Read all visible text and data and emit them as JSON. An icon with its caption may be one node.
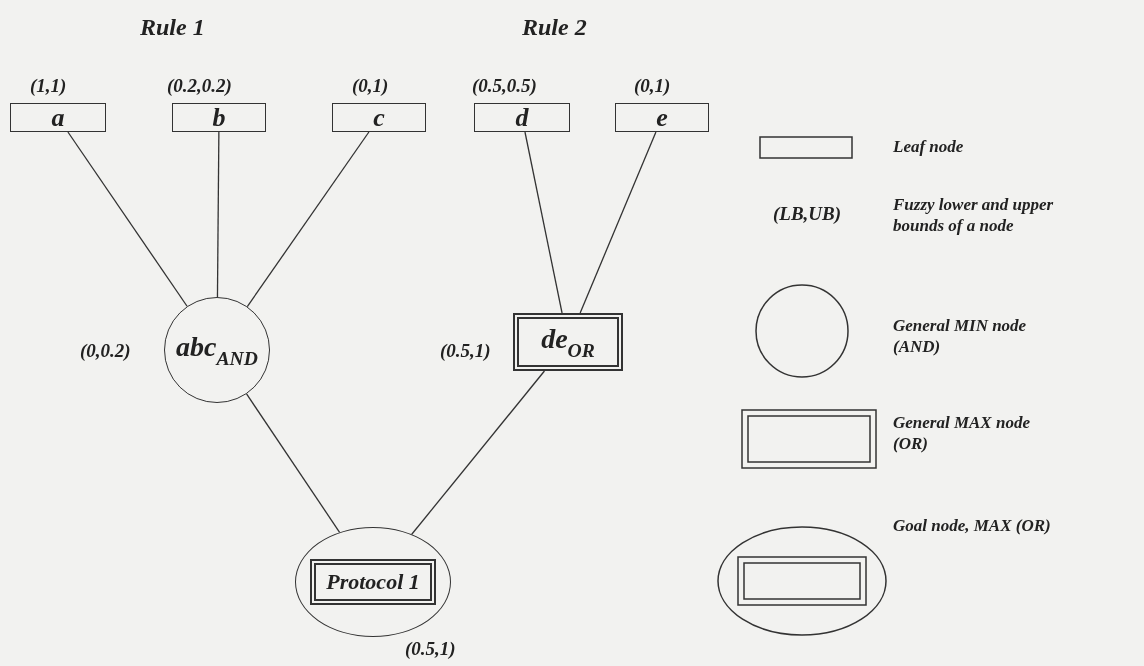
{
  "diagram": {
    "nodes": [
      {
        "text": [
          "a"
        ],
        "beside": [
          "(1,1)"
        ]
      },
      {
        "text": [
          "b"
        ],
        "beside": [
          "(0.2,0.2)"
        ]
      },
      {
        "text": [
          "c"
        ],
        "beside": [
          "(0,1)"
        ]
      },
      {
        "text": [
          "d"
        ],
        "beside": [
          "(0.5,0.5)"
        ]
      },
      {
        "text": [
          "e"
        ],
        "beside": [
          "(0,1)"
        ]
      },
      {
        "text": [
          "abc$_{AND}$"
        ],
        "beside": [
          "(0,0.2)"
        ]
      },
      {
        "text": [
          "de$_{OR}$"
        ],
        "beside": [
          "(0.5,1)"
        ]
      },
      {
        "text": [
          "Protocol 1"
        ],
        "beside": [
          "(0.5,1)"
        ]
      }
    ],
    "edges": [
      {
        "from": 0,
        "to": 5,
        "arrow": "none"
      },
      {
        "from": 1,
        "to": 5,
        "arrow": "none"
      },
      {
        "from": 2,
        "to": 5,
        "arrow": "none"
      },
      {
        "from": 3,
        "to": 6,
        "arrow": "none"
      },
      {
        "from": 4,
        "to": 6,
        "arrow": "none"
      },
      {
        "from": 5,
        "to": 7,
        "arrow": "none"
      },
      {
        "from": 6,
        "to": 7,
        "arrow": "none"
      }
    ],
    "labels": [
      "Rule 1",
      "Rule 2",
      "(LB,UB)"
    ],
    "legend": [
      {
        "text": "Leaf node"
      },
      {
        "text": "Fuzzy lower and upper bounds of a node"
      },
      {
        "text": "General MIN node (AND)"
      },
      {
        "text": "General  MAX node (OR)"
      },
      {
        "text": "Goal node, MAX (OR)"
      }
    ]
  }
}
